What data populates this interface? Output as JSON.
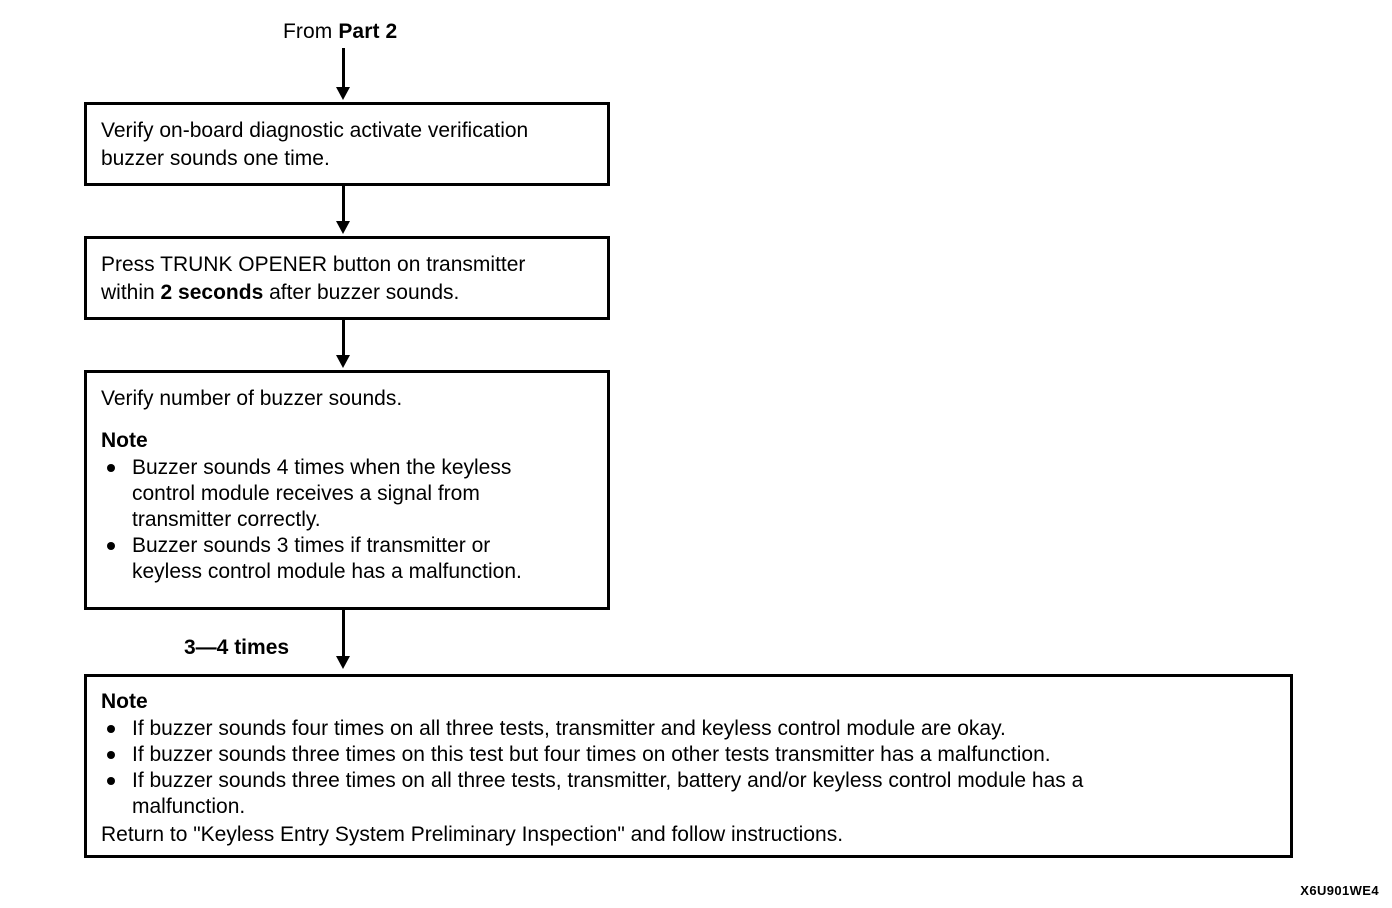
{
  "figure": {
    "entry_label_prefix": "From ",
    "entry_label_strong": "Part 2",
    "code": "X6U901WE4",
    "branch_label": "3—4 times",
    "note_heading": "Note"
  },
  "steps": [
    {
      "id": "step-1",
      "lines": [
        [
          {
            "t": "Verify on-board diagnostic activate verification",
            "b": false
          }
        ],
        [
          {
            "t": "buzzer sounds one time.",
            "b": false
          }
        ]
      ]
    },
    {
      "id": "step-2",
      "lines": [
        [
          {
            "t": "Press TRUNK OPENER button on transmitter",
            "b": false
          }
        ],
        [
          {
            "t": "within ",
            "b": false
          },
          {
            "t": "2 seconds",
            "b": true
          },
          {
            "t": " after buzzer sounds.",
            "b": false
          }
        ]
      ]
    },
    {
      "id": "step-3",
      "lines": [
        [
          {
            "t": "Verify number of buzzer sounds.",
            "b": false
          }
        ]
      ],
      "note_heading": "Note",
      "bullets": [
        [
          "Buzzer sounds 4 times when the keyless",
          "control module receives a signal from",
          "transmitter correctly."
        ],
        [
          "Buzzer sounds 3 times if transmitter or",
          "keyless control module has a malfunction."
        ]
      ]
    }
  ],
  "result_note": {
    "id": "result-note",
    "heading": "Note",
    "bullets": [
      [
        "If buzzer sounds four times on all three tests, transmitter and keyless control module are okay."
      ],
      [
        "If buzzer sounds three times on this test but four times on other tests transmitter has a malfunction."
      ],
      [
        "If buzzer sounds three times on all three tests, transmitter, battery and/or keyless control module has a",
        "malfunction."
      ]
    ],
    "tail": "Return to \"Keyless Entry System Preliminary Inspection\" and follow instructions."
  },
  "colors": {
    "ink": "#000000",
    "paper": "#ffffff"
  }
}
